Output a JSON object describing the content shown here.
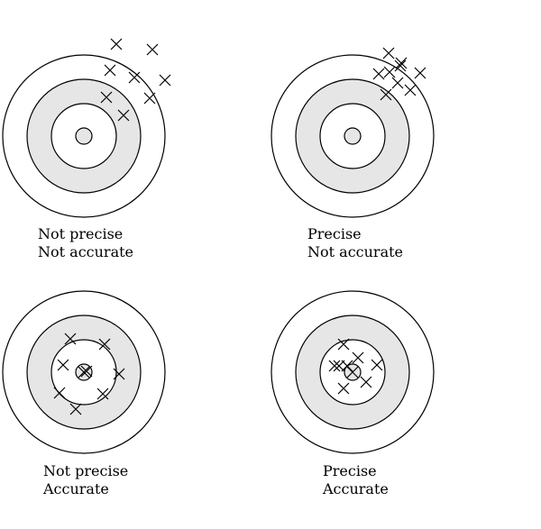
{
  "colors": {
    "background": "#ffffff",
    "stroke": "#000000",
    "ring_fill": "#e6e6e6"
  },
  "targets": [
    {
      "id": "not-precise-not-accurate",
      "caption": {
        "line1": "Not precise",
        "line2": "Not accurate"
      },
      "precise": false,
      "accurate": false,
      "hit_count": 8
    },
    {
      "id": "precise-not-accurate",
      "caption": {
        "line1": "Precise",
        "line2": "Not accurate"
      },
      "precise": true,
      "accurate": false,
      "hit_count": 9
    },
    {
      "id": "not-precise-accurate",
      "caption": {
        "line1": "Not precise",
        "line2": "Accurate"
      },
      "precise": false,
      "accurate": true,
      "hit_count": 9
    },
    {
      "id": "precise-accurate",
      "caption": {
        "line1": "Precise",
        "line2": "Accurate"
      },
      "precise": true,
      "accurate": true,
      "hit_count": 9
    }
  ]
}
